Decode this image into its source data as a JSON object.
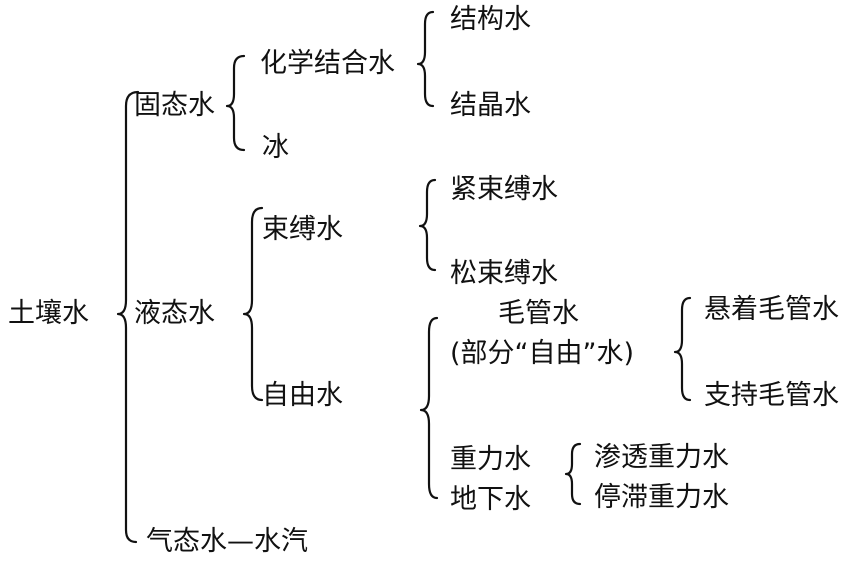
{
  "root": "土壤水",
  "solid": {
    "label": "固态水",
    "chemical": {
      "label": "化学结合水",
      "children": [
        "结构水",
        "结晶水"
      ]
    },
    "ice": "冰"
  },
  "liquid": {
    "label": "液态水",
    "bound": {
      "label": "束缚水",
      "children": [
        "紧束缚水",
        "松束缚水"
      ]
    },
    "free": {
      "label": "自由水",
      "capillary": {
        "label_line1": "毛管水",
        "label_line2": "(部分“自由”水)",
        "children": [
          "悬着毛管水",
          "支持毛管水"
        ]
      },
      "gravity": {
        "label_line1": "重力水",
        "label_line2": "地下水",
        "children": [
          "渗透重力水",
          "停滞重力水"
        ]
      }
    }
  },
  "gas": "气态水—水汽",
  "colors": {
    "ink": "#111111",
    "background": "#ffffff"
  }
}
